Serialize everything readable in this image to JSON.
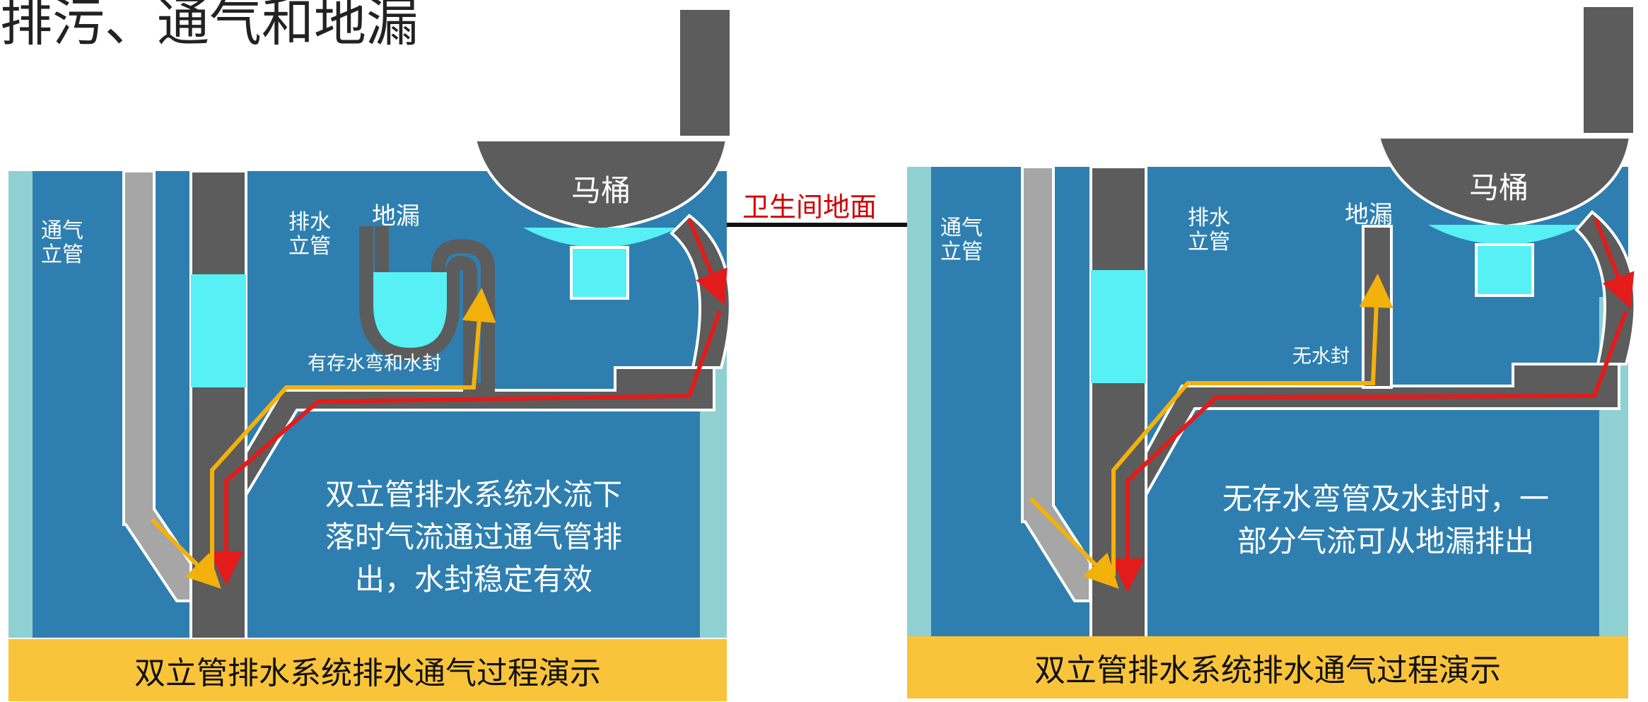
{
  "title": "排污、通气和地漏",
  "floor_label": "卫生间地面",
  "colors": {
    "water_blue": "#2e7fb0",
    "wall_teal": "#8fd0d3",
    "pipe_dark": "#5c5c5c",
    "pipe_gray": "#a6a6a6",
    "water_cyan": "#57f0f5",
    "arrow_red": "#e31b1b",
    "arrow_orange": "#f3b10c",
    "bar_yellow": "#f9c43a"
  },
  "left_panel": {
    "vent_pipe_label": [
      "通气",
      "立管"
    ],
    "drain_pipe_label": [
      "排水",
      "立管"
    ],
    "floor_drain_label": "地漏",
    "toilet_label": "马桶",
    "trap_label": "有存水弯和水封",
    "description": [
      "双立管排水系统水流下",
      "落时气流通过通气管排",
      "出，水封稳定有效"
    ],
    "bottom_bar": "双立管排水系统排水通气过程演示"
  },
  "right_panel": {
    "vent_pipe_label": [
      "通气",
      "立管"
    ],
    "drain_pipe_label": [
      "排水",
      "立管"
    ],
    "floor_drain_label": "地漏",
    "toilet_label": "马桶",
    "trap_label": "无水封",
    "description": [
      "无存水弯管及水封时，一",
      "部分气流可从地漏排出"
    ],
    "bottom_bar": "双立管排水系统排水通气过程演示"
  }
}
